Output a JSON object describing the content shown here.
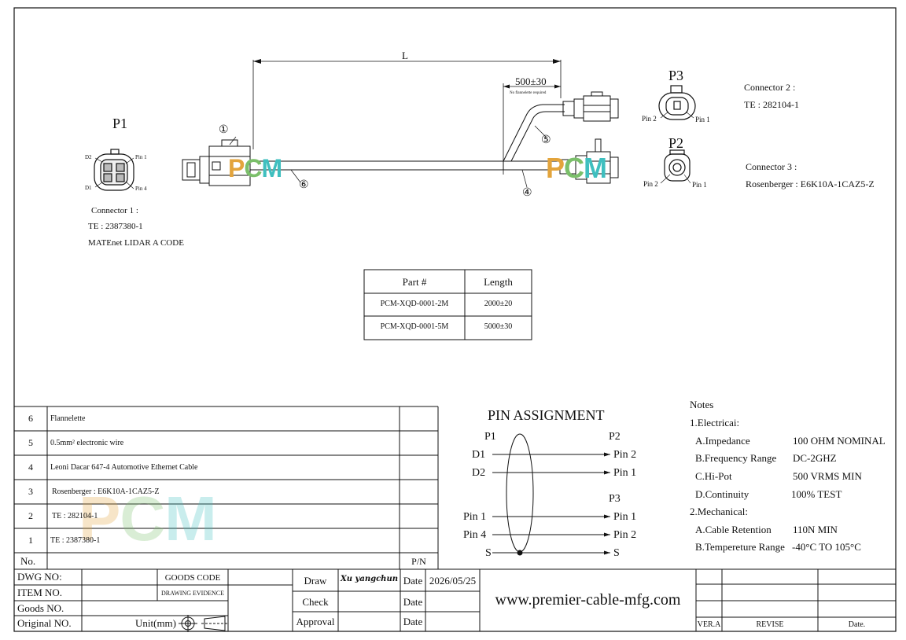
{
  "drawing": {
    "dimension_L": "L",
    "dimension_500": "500±30",
    "no_flannelette_note": "No flannelette required",
    "callouts": [
      "①",
      "④",
      "⑤",
      "⑥"
    ],
    "watermark": "PCM",
    "watermark_colors": [
      "#e3a43c",
      "#7bbf6a",
      "#3fbfbf"
    ],
    "p1": {
      "label": "P1",
      "pins": [
        "D2",
        "Pin 1",
        "D1",
        "Pin 4"
      ]
    },
    "p2": {
      "label": "P2",
      "pins": [
        "Pin 2",
        "Pin 1"
      ]
    },
    "p3": {
      "label": "P3",
      "pins": [
        "Pin 2",
        "Pin 1"
      ]
    },
    "connector1": [
      "Connector 1 :",
      "TE : 2387380-1",
      "MATEnet LIDAR A CODE"
    ],
    "connector2": [
      "Connector 2 :",
      "TE : 282104-1"
    ],
    "connector3": [
      "Connector 3 :",
      "Rosenberger : E6K10A-1CAZ5-Z"
    ]
  },
  "length_table": {
    "headers": [
      "Part #",
      "Length"
    ],
    "rows": [
      [
        "PCM-XQD-0001-2M",
        "2000±20"
      ],
      [
        "PCM-XQD-0001-5M",
        "5000±30"
      ]
    ]
  },
  "bom": {
    "rows": [
      {
        "no": "6",
        "desc": "Flannelette"
      },
      {
        "no": "5",
        "desc": "0.5mm² electronic wire"
      },
      {
        "no": "4",
        "desc": "Leoni Dacar 647-4 Automotive Ethernet Cable"
      },
      {
        "no": "3",
        "desc": "Rosenberger : E6K10A-1CAZ5-Z"
      },
      {
        "no": "2",
        "desc": "TE : 282104-1"
      },
      {
        "no": "1",
        "desc": "TE : 2387380-1"
      }
    ],
    "header_no": "No.",
    "header_pn": "P/N"
  },
  "pin_assignment": {
    "title": "PIN   ASSIGNMENT",
    "left_header": "P1",
    "right_header_top": "P2",
    "right_header_mid": "P3",
    "rows": [
      {
        "left": "D1",
        "right": "Pin 2"
      },
      {
        "left": "D2",
        "right": "Pin 1"
      },
      {
        "left": "Pin 1",
        "right": "Pin 1"
      },
      {
        "left": "Pin 4",
        "right": "Pin 2"
      },
      {
        "left": "S",
        "right": "S"
      }
    ]
  },
  "notes": {
    "title": "Notes",
    "electrical_title": "1.Electricai:",
    "electrical": [
      {
        "k": "A.Impedance",
        "v": "100 OHM NOMINAL"
      },
      {
        "k": "B.Frequency Range",
        "v": "DC-2GHZ"
      },
      {
        "k": "C.Hi-Pot",
        "v": "500 VRMS MIN"
      },
      {
        "k": "D.Continuity",
        "v": "100% TEST"
      }
    ],
    "mechanical_title": "2.Mechanical:",
    "mechanical": [
      {
        "k": "A.Cable Retention",
        "v": "110N MIN"
      },
      {
        "k": "B.Tempereture Range",
        "v": "-40°C TO 105°C"
      }
    ]
  },
  "title_block": {
    "dwg_no": "DWG NO:",
    "item_no": "ITEM NO.",
    "goods_no": "Goods NO.",
    "original_no": "Original NO.",
    "goods_code": "GOODS CODE",
    "drawing_evidence": "DRAWING EVIDENCE",
    "unit": "Unit(mm)",
    "draw": "Draw",
    "check": "Check",
    "approval": "Approval",
    "drawer": "Xu yangchun",
    "date_label": "Date",
    "date_value": "2026/05/25",
    "website": "www.premier-cable-mfg.com",
    "ver": "VER.A",
    "revise": "REVISE",
    "date_col": "Date."
  }
}
